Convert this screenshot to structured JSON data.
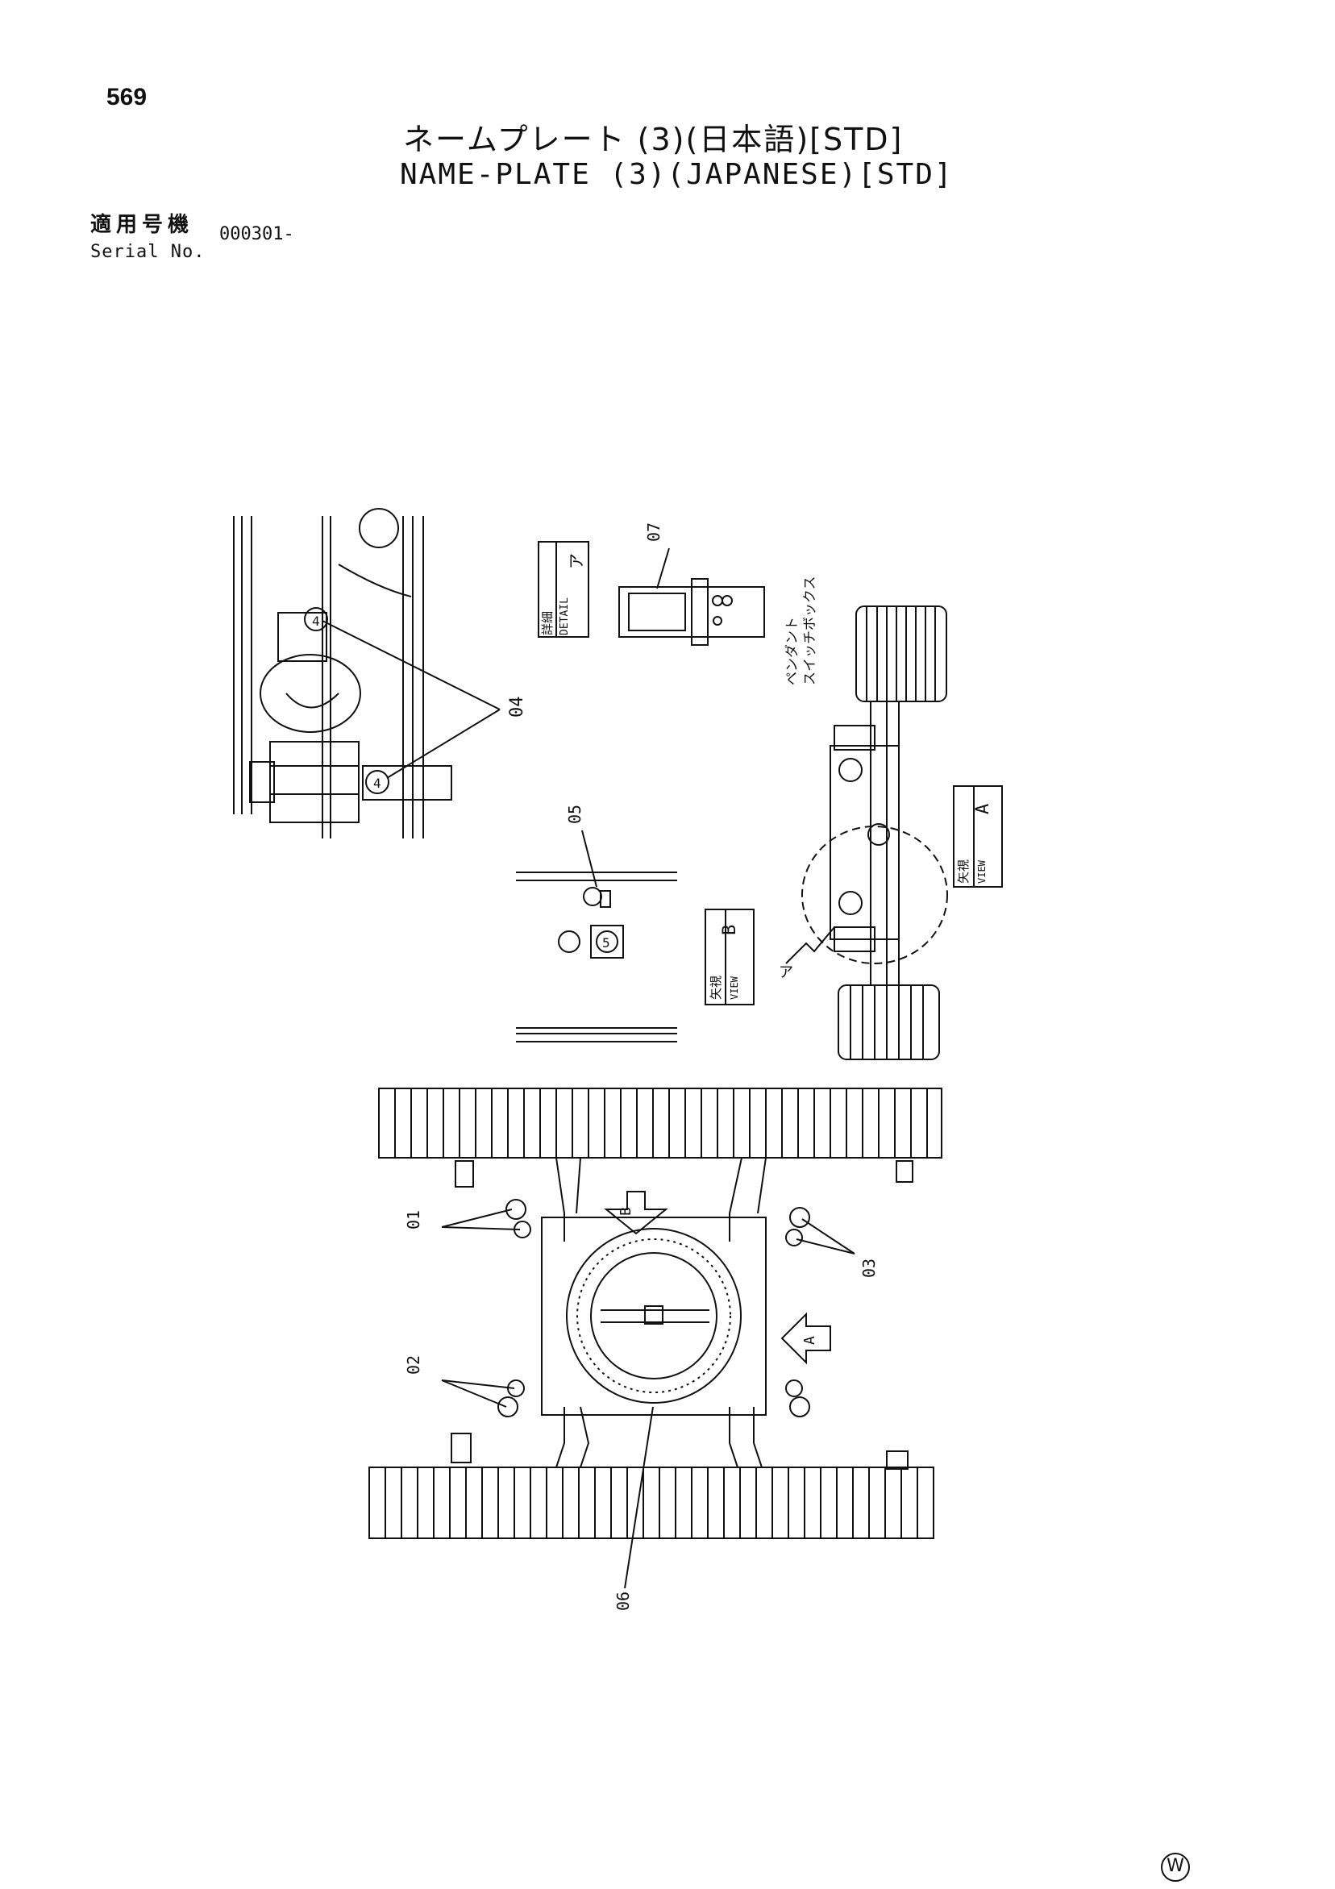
{
  "page_number": "569",
  "title_jp": "ネームプレート (3)(日本語)[STD]",
  "title_en": "NAME-PLATE (3)(JAPANESE)[STD]",
  "serial": {
    "label_jp": "適用号機",
    "label_en": "Serial No.",
    "value": "000301-"
  },
  "callouts": {
    "c01": "01",
    "c02": "02",
    "c03": "03",
    "c04": "04",
    "c05": "05",
    "c06": "06",
    "c07": "07"
  },
  "labels": {
    "detail_jp": "詳細",
    "detail_en": "DETAIL",
    "detail_id": "ア",
    "view_jp": "矢視",
    "view_en": "VIEW",
    "view_a": "A",
    "view_b": "B",
    "pendant_line1": "ペンダント",
    "pendant_line2": "スイッチボックス",
    "pointer_a": "ア",
    "arrow_a": "A",
    "arrow_b": "B",
    "plate_number": "4",
    "plate_number_5": "5"
  },
  "corner_mark": "W"
}
